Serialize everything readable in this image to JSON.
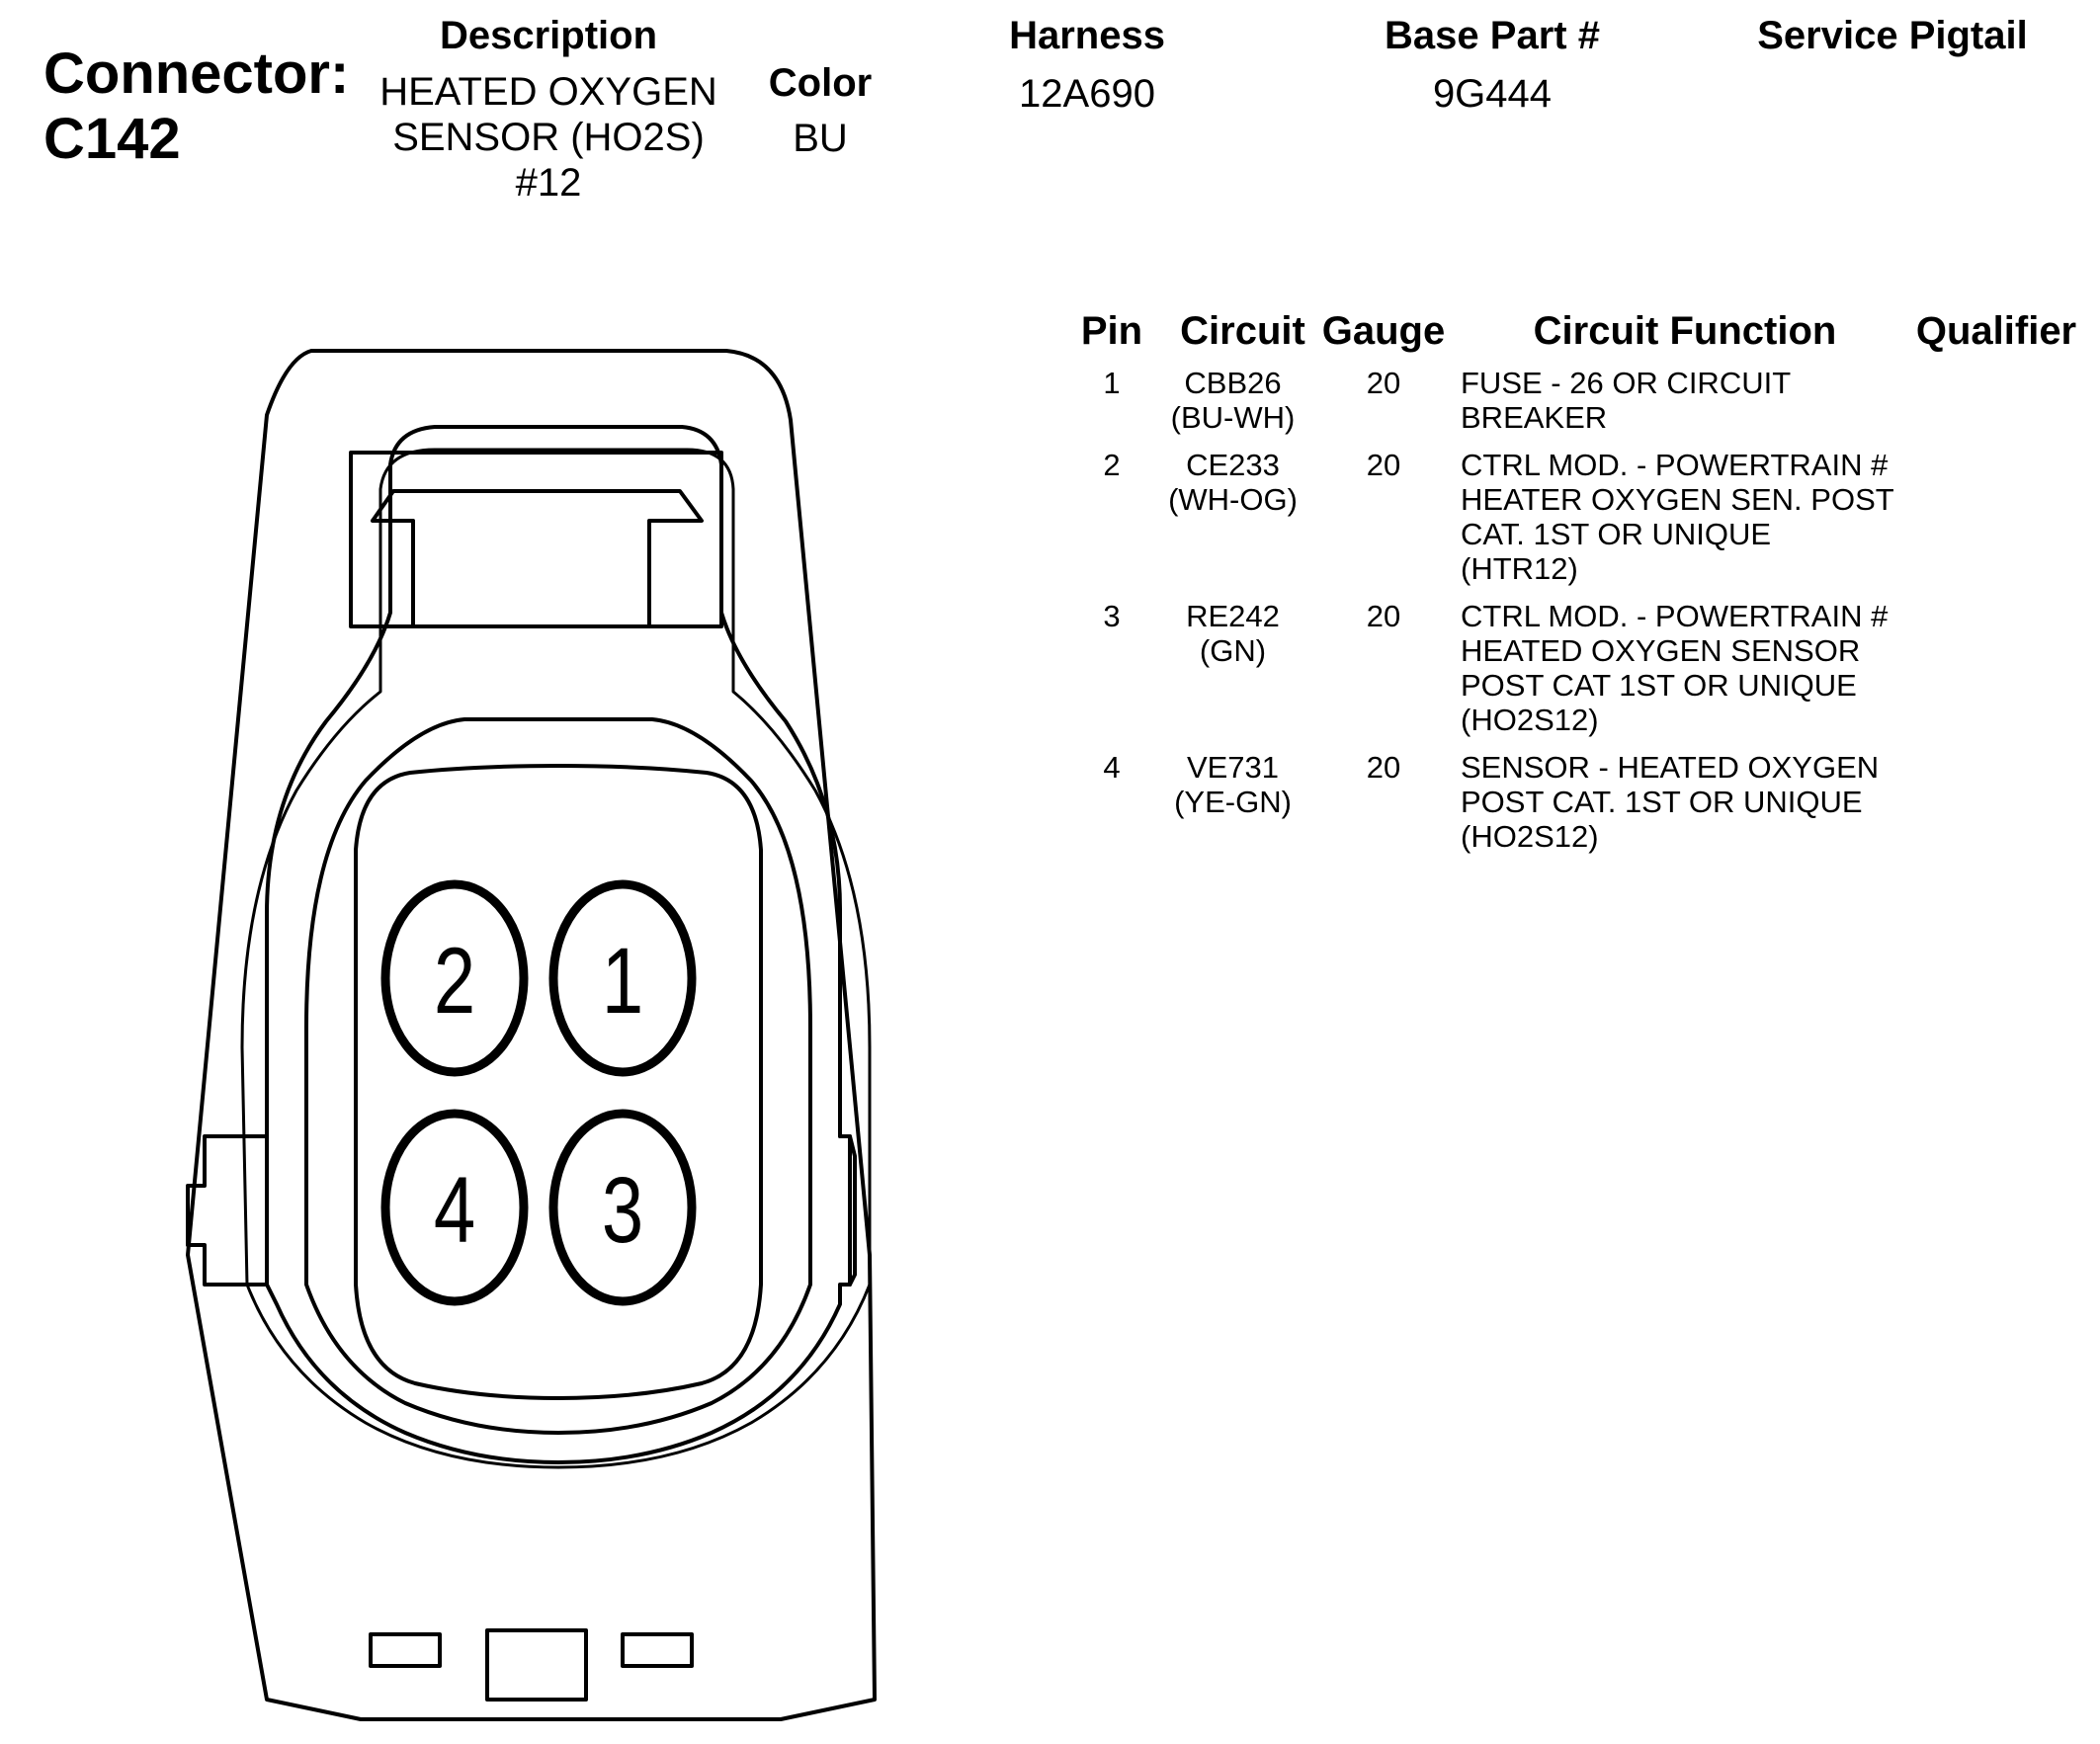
{
  "connector": {
    "label": "Connector:",
    "id": "C142"
  },
  "header": {
    "description_label": "Description",
    "description_lines": [
      "HEATED OXYGEN",
      "SENSOR (HO2S)",
      "#12"
    ],
    "color_label": "Color",
    "color_value": "BU",
    "harness_label": "Harness",
    "harness_value": "12A690",
    "base_part_label": "Base Part #",
    "base_part_value": "9G444",
    "service_pigtail_label": "Service Pigtail",
    "service_pigtail_value": ""
  },
  "table": {
    "columns": [
      "Pin",
      "Circuit",
      "Gauge",
      "Circuit Function",
      "Qualifier"
    ],
    "rows": [
      {
        "pin": "1",
        "circuit": [
          "CBB26",
          "(BU-WH)"
        ],
        "gauge": "20",
        "function": [
          "FUSE - 26 OR CIRCUIT",
          "BREAKER"
        ],
        "qualifier": ""
      },
      {
        "pin": "2",
        "circuit": [
          "CE233",
          "(WH-OG)"
        ],
        "gauge": "20",
        "function": [
          "CTRL MOD. - POWERTRAIN #",
          "HEATER OXYGEN SEN. POST",
          "CAT. 1ST OR UNIQUE",
          "(HTR12)"
        ],
        "qualifier": ""
      },
      {
        "pin": "3",
        "circuit": [
          "RE242",
          "(GN)"
        ],
        "gauge": "20",
        "function": [
          "CTRL MOD. - POWERTRAIN #",
          "HEATED OXYGEN SENSOR",
          "POST CAT 1ST OR UNIQUE",
          "(HO2S12)"
        ],
        "qualifier": ""
      },
      {
        "pin": "4",
        "circuit": [
          "VE731",
          "(YE-GN)"
        ],
        "gauge": "20",
        "function": [
          "SENSOR - HEATED OXYGEN",
          "POST CAT. 1ST OR UNIQUE",
          "(HO2S12)"
        ],
        "qualifier": ""
      }
    ]
  },
  "diagram": {
    "pin_labels": [
      "2",
      "1",
      "4",
      "3"
    ]
  }
}
